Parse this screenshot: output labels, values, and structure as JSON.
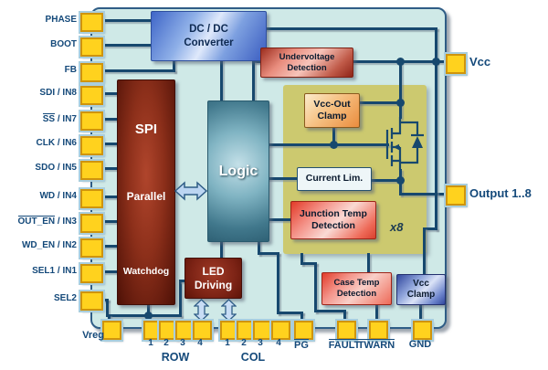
{
  "diagram": {
    "blocks": {
      "dcdc": {
        "line1": "DC / DC",
        "line2": "Converter"
      },
      "undervoltage": {
        "line1": "Undervoltage",
        "line2": "Detection"
      },
      "spi": {
        "title": "SPI",
        "subtitle": "Parallel",
        "footer": "Watchdog"
      },
      "logic": {
        "label": "Logic"
      },
      "vcc_out_clamp": {
        "line1": "Vcc-Out",
        "line2": "Clamp"
      },
      "current_lim": {
        "label": "Current Lim."
      },
      "junction_temp": {
        "line1": "Junction Temp",
        "line2": "Detection"
      },
      "multiplier": {
        "label": "x8"
      },
      "led_driving": {
        "line1": "LED",
        "line2": "Driving"
      },
      "case_temp": {
        "line1": "Case Temp",
        "line2": "Detection"
      },
      "vcc_clamp": {
        "line1": "Vcc",
        "line2": "Clamp"
      }
    },
    "left_pins": [
      {
        "parts": [
          {
            "t": "PHASE",
            "o": false
          }
        ]
      },
      {
        "parts": [
          {
            "t": "BOOT",
            "o": false
          }
        ]
      },
      {
        "parts": [
          {
            "t": "FB",
            "o": false
          }
        ]
      },
      {
        "parts": [
          {
            "t": "SDI / IN8",
            "o": false
          }
        ]
      },
      {
        "parts": [
          {
            "t": "SS",
            "o": true
          },
          {
            "t": " / IN7",
            "o": false
          }
        ]
      },
      {
        "parts": [
          {
            "t": "CLK / IN6",
            "o": false
          }
        ]
      },
      {
        "parts": [
          {
            "t": "SDO / IN5",
            "o": false
          }
        ]
      },
      {
        "parts": [
          {
            "t": "WD / IN4",
            "o": false
          }
        ]
      },
      {
        "parts": [
          {
            "t": "OUT_EN",
            "o": true
          },
          {
            "t": " / IN3",
            "o": false
          }
        ]
      },
      {
        "parts": [
          {
            "t": "WD_EN / IN2",
            "o": false
          }
        ]
      },
      {
        "parts": [
          {
            "t": "SEL1 / IN1",
            "o": false
          }
        ]
      },
      {
        "parts": [
          {
            "t": "SEL2",
            "o": false
          }
        ]
      }
    ],
    "right_pins": [
      {
        "label": "Vcc"
      },
      {
        "label": "Output 1..8"
      }
    ],
    "bottom": {
      "vreg": "Vreg",
      "row_numbers": [
        "1",
        "2",
        "3",
        "4"
      ],
      "col_numbers": [
        "1",
        "2",
        "3",
        "4"
      ],
      "row_label": "ROW",
      "col_label": "COL",
      "signals": [
        {
          "text": "PG",
          "overline": true
        },
        {
          "text": "FAULT",
          "overline": true
        },
        {
          "text": "TWARN",
          "overline": true
        },
        {
          "text": "GND",
          "overline": false
        }
      ]
    },
    "colors": {
      "ic_fill": "#cfe9e7",
      "x8_region": "#ccc96f",
      "pin_fill": "#ffd21e",
      "pin_border": "#cf940d",
      "wire": "#17486e",
      "label_text": "#14497a"
    }
  }
}
